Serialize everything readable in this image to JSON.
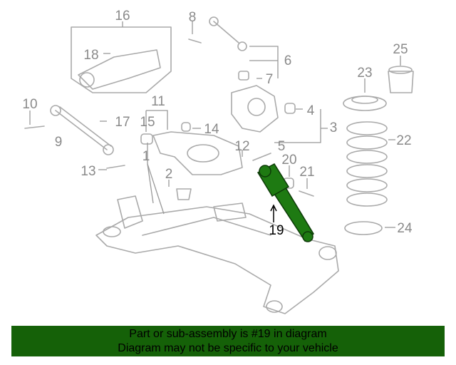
{
  "diagram": {
    "highlighted_part": "19",
    "highlight_color": "#1e7a12",
    "labels": [
      "16",
      "8",
      "6",
      "7",
      "18",
      "25",
      "23",
      "10",
      "11",
      "15",
      "17",
      "14",
      "4",
      "3",
      "5",
      "9",
      "22",
      "12",
      "20",
      "21",
      "13",
      "2",
      "19",
      "24",
      "1"
    ]
  },
  "banner": {
    "line1": "Part or sub-assembly is #19 in diagram",
    "line2": "Diagram may not be specific to your vehicle",
    "background": "#156108"
  }
}
